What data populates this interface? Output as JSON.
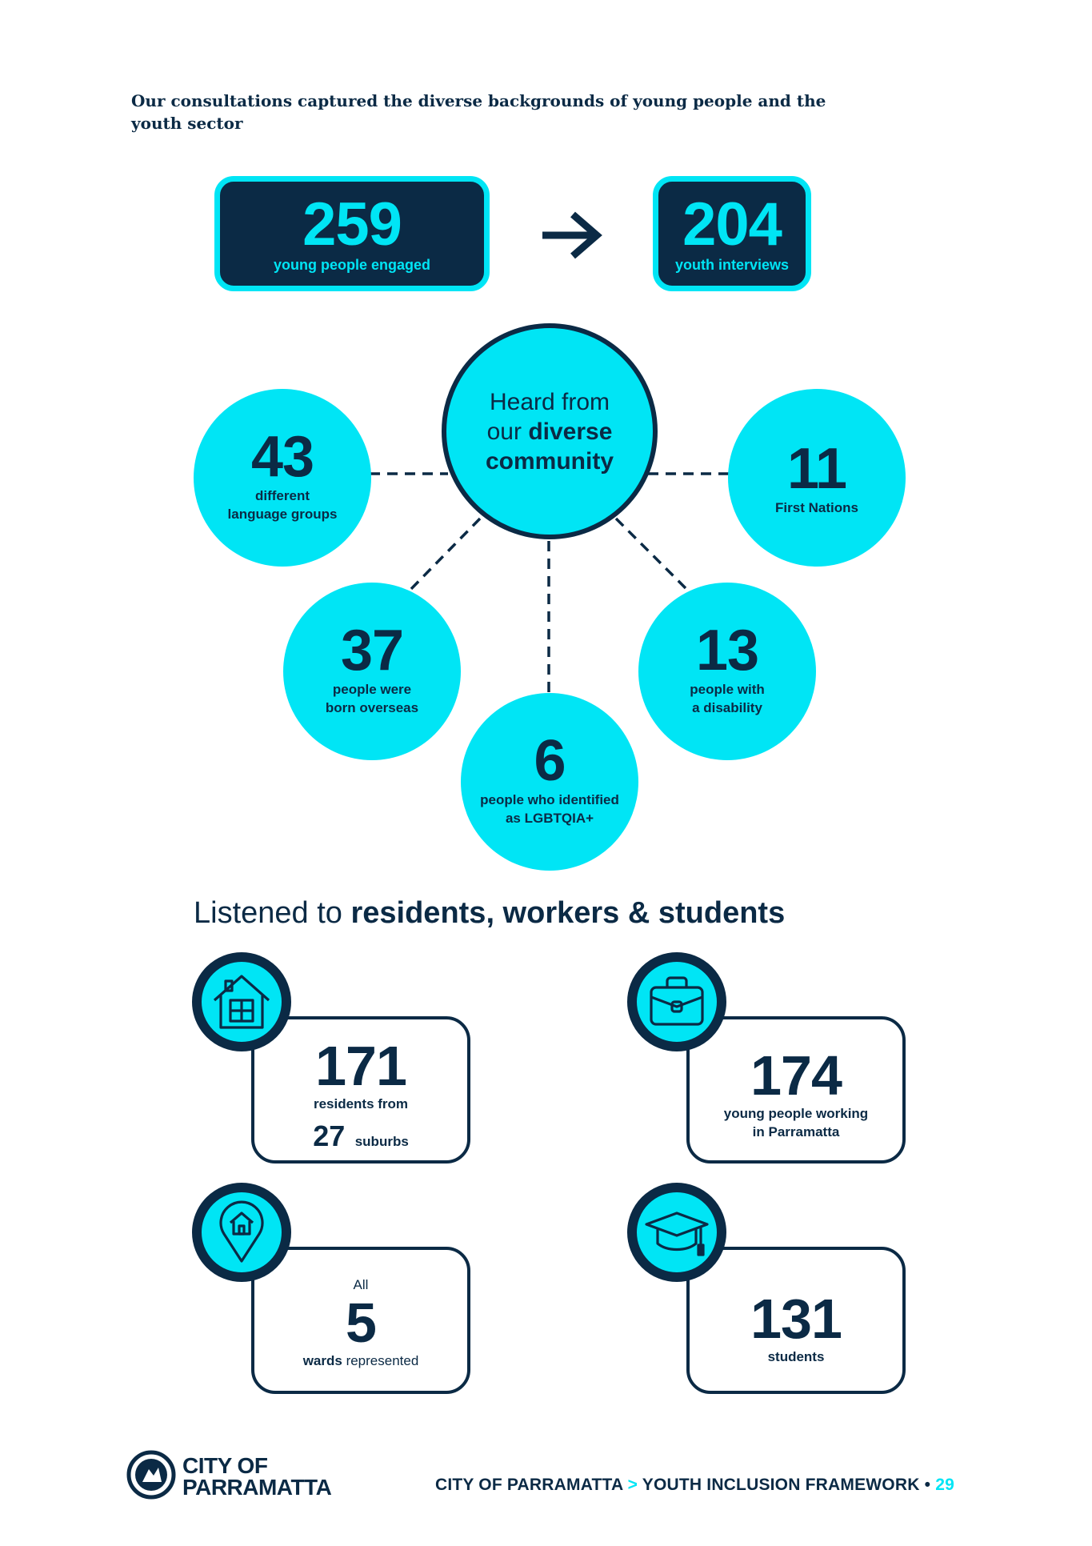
{
  "intro": {
    "text": "Our consultations captured the diverse backgrounds of young people and the youth sector"
  },
  "top_stats": {
    "engaged": {
      "value": "259",
      "label": "young people engaged"
    },
    "interviews": {
      "value": "204",
      "label": "youth interviews"
    }
  },
  "community": {
    "center_line1": "Heard from",
    "center_line2_prefix": "our ",
    "center_line2_bold": "diverse",
    "center_line3": "community",
    "items": [
      {
        "value": "43",
        "line1": "different",
        "line2": "language groups"
      },
      {
        "value": "11",
        "line1": "First Nations",
        "line2": ""
      },
      {
        "value": "37",
        "line1": "people were",
        "line2": "born overseas"
      },
      {
        "value": "13",
        "line1": "people with",
        "line2": "a disability"
      },
      {
        "value": "6",
        "line1": "people who identified",
        "line2": "as LGBTQIA+"
      }
    ]
  },
  "listened": {
    "heading_plain": "Listened to ",
    "heading_bold": "residents, workers & students",
    "cards": {
      "residents": {
        "value": "171",
        "line1": "residents from",
        "suburbs_value": "27",
        "suburbs_label": "suburbs"
      },
      "working": {
        "value": "174",
        "line1": "young people working",
        "line2": "in Parramatta"
      },
      "wards": {
        "top": "All",
        "value": "5",
        "bold_word": "wards",
        "rest": " represented"
      },
      "students": {
        "value": "131",
        "line1": "students"
      }
    }
  },
  "footer": {
    "logo_line1": "CITY OF",
    "logo_line2": "PARRAMATTA",
    "crumb_part1": "CITY OF PARRAMATTA ",
    "crumb_sep": ">",
    "crumb_part2": " YOUTH INCLUSION FRAMEWORK ",
    "bullet": "•",
    "page_number": "29"
  },
  "colors": {
    "navy": "#0b2a45",
    "cyan": "#00e5f5"
  },
  "icons": [
    "arrow-right-icon",
    "house-icon",
    "briefcase-icon",
    "location-pin-icon",
    "graduation-cap-icon",
    "city-logo-icon"
  ]
}
